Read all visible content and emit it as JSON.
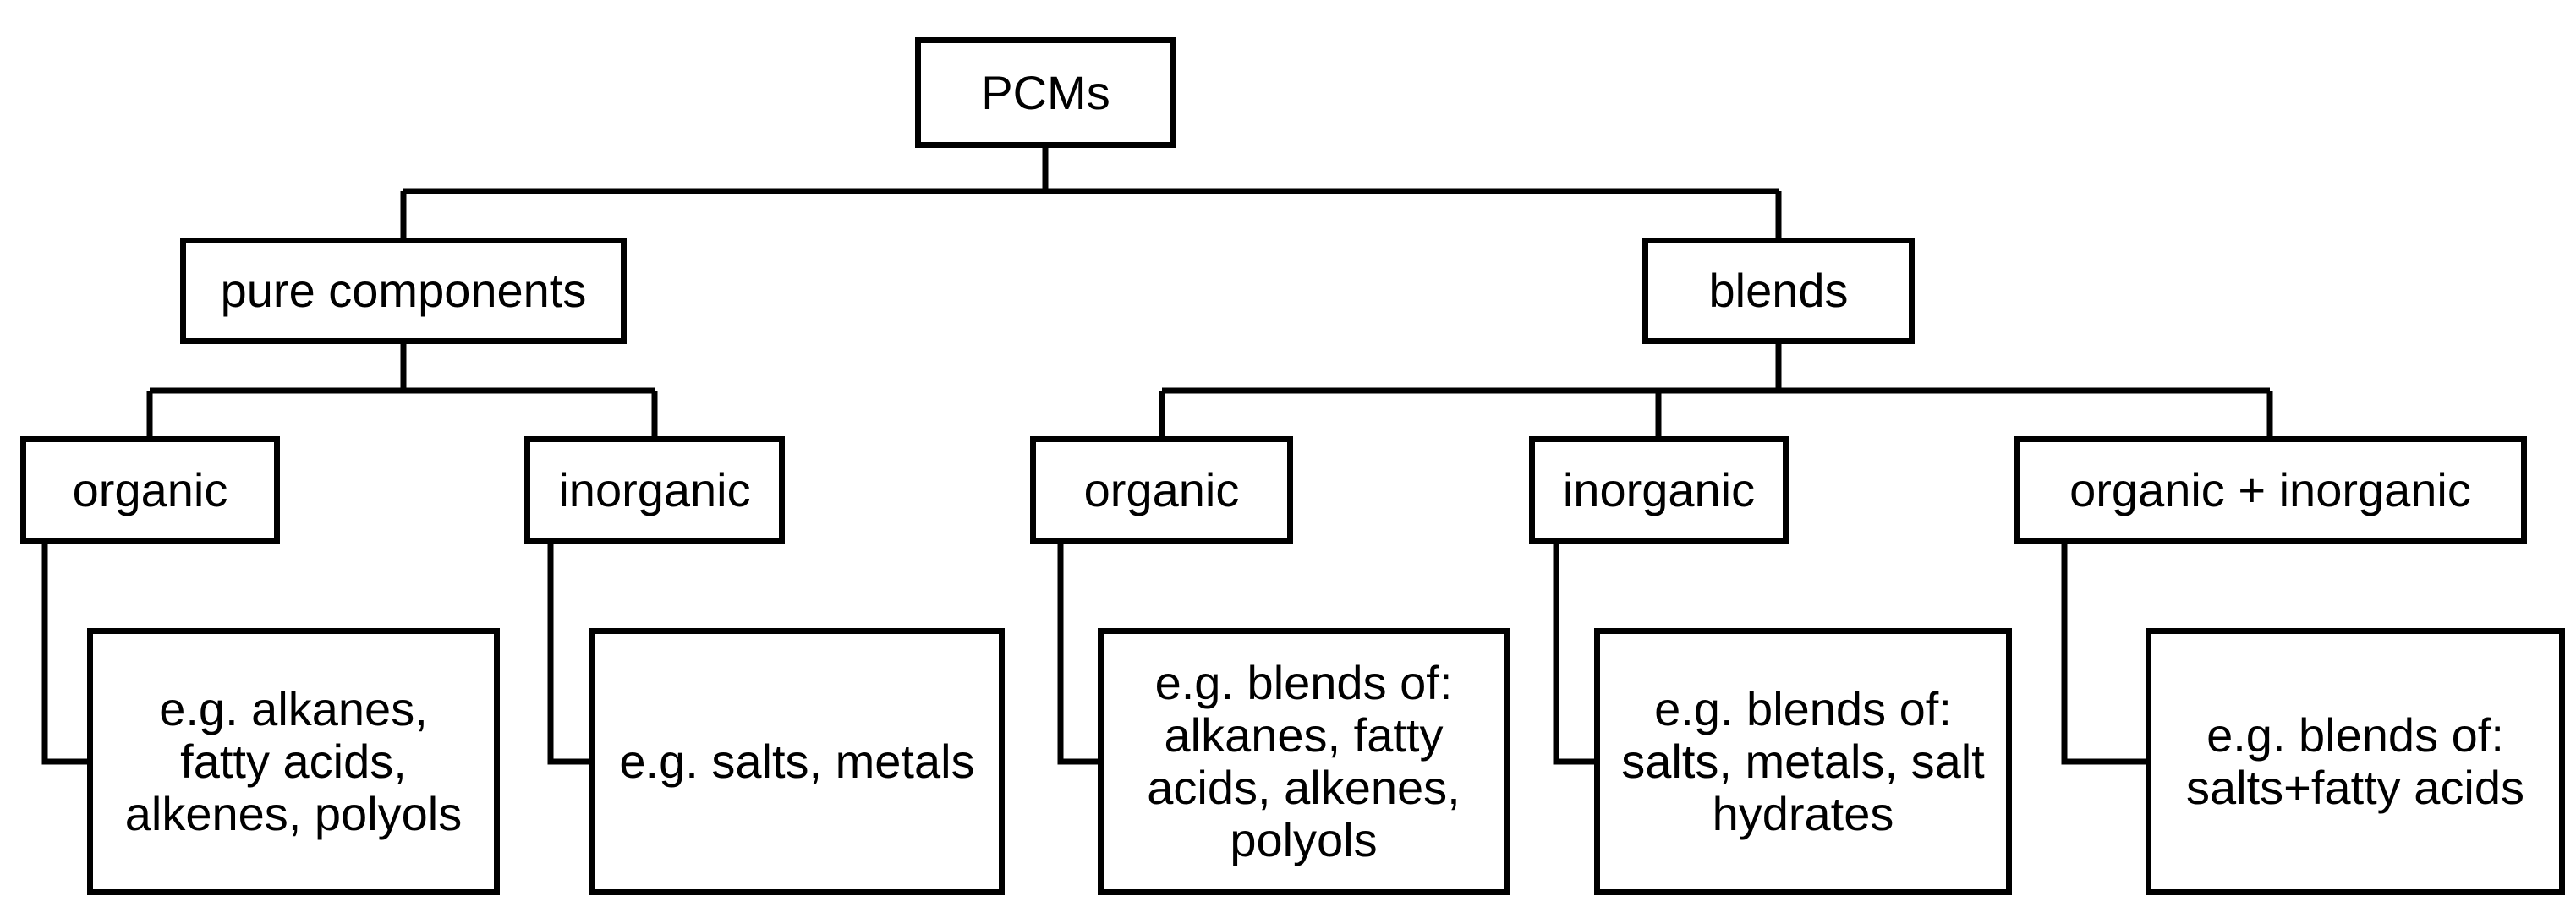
{
  "diagram": {
    "root": "PCMs",
    "pure_components": {
      "label": "pure components",
      "organic": {
        "label": "organic",
        "examples": "e.g. alkanes,\nfatty acids,\nalkenes, polyols"
      },
      "inorganic": {
        "label": "inorganic",
        "examples": "e.g. salts, metals"
      }
    },
    "blends": {
      "label": "blends",
      "organic": {
        "label": "organic",
        "examples": "e.g. blends of:\nalkanes, fatty\nacids, alkenes,\npolyols"
      },
      "inorganic": {
        "label": "inorganic",
        "examples": "e.g. blends of:\nsalts, metals, salt\nhydrates"
      },
      "organic_inorganic": {
        "label": "organic + inorganic",
        "examples": "e.g. blends of:\nsalts+fatty acids"
      }
    }
  }
}
